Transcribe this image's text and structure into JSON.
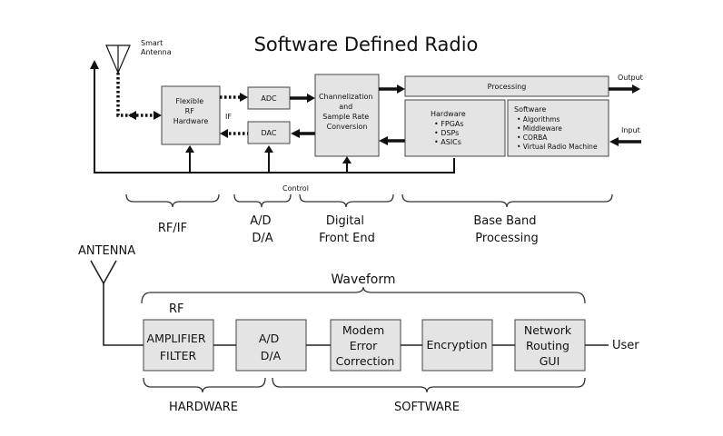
{
  "title": "Software Defined Radio",
  "top": {
    "smart_antenna": [
      "Smart",
      "Antenna"
    ],
    "rf_hw": [
      "Flexible",
      "RF",
      "Hardware"
    ],
    "if_label": "IF",
    "adc": "ADC",
    "dac": "DAC",
    "chan": [
      "Channelization",
      "and",
      "Sample Rate",
      "Conversion"
    ],
    "processing": "Processing",
    "output": "Output",
    "input": "Input",
    "hw_title": "Hardware",
    "hw_items": [
      "• FPGAs",
      "• DSPs",
      "• ASICs"
    ],
    "sw_title": "Software",
    "sw_items": [
      "• Algorithms",
      "• Middleware",
      "• CORBA",
      "• Virtual Radio Machine"
    ],
    "control": "Control",
    "cats": {
      "rfif": "RF/IF",
      "ad": [
        "A/D",
        "D/A"
      ],
      "dfe": [
        "Digital",
        "Front End"
      ],
      "bb": [
        "Base Band",
        "Processing"
      ]
    }
  },
  "bottom": {
    "antenna": "ANTENNA",
    "waveform": "Waveform",
    "rf": "RF",
    "amp": [
      "AMPLIFIER",
      "FILTER"
    ],
    "ad": [
      "A/D",
      "D/A"
    ],
    "modem": [
      "Modem",
      "Error",
      "Correction"
    ],
    "encryption": "Encryption",
    "network": [
      "Network",
      "Routing",
      "GUI"
    ],
    "user": "User",
    "hardware": "HARDWARE",
    "software": "SOFTWARE"
  }
}
